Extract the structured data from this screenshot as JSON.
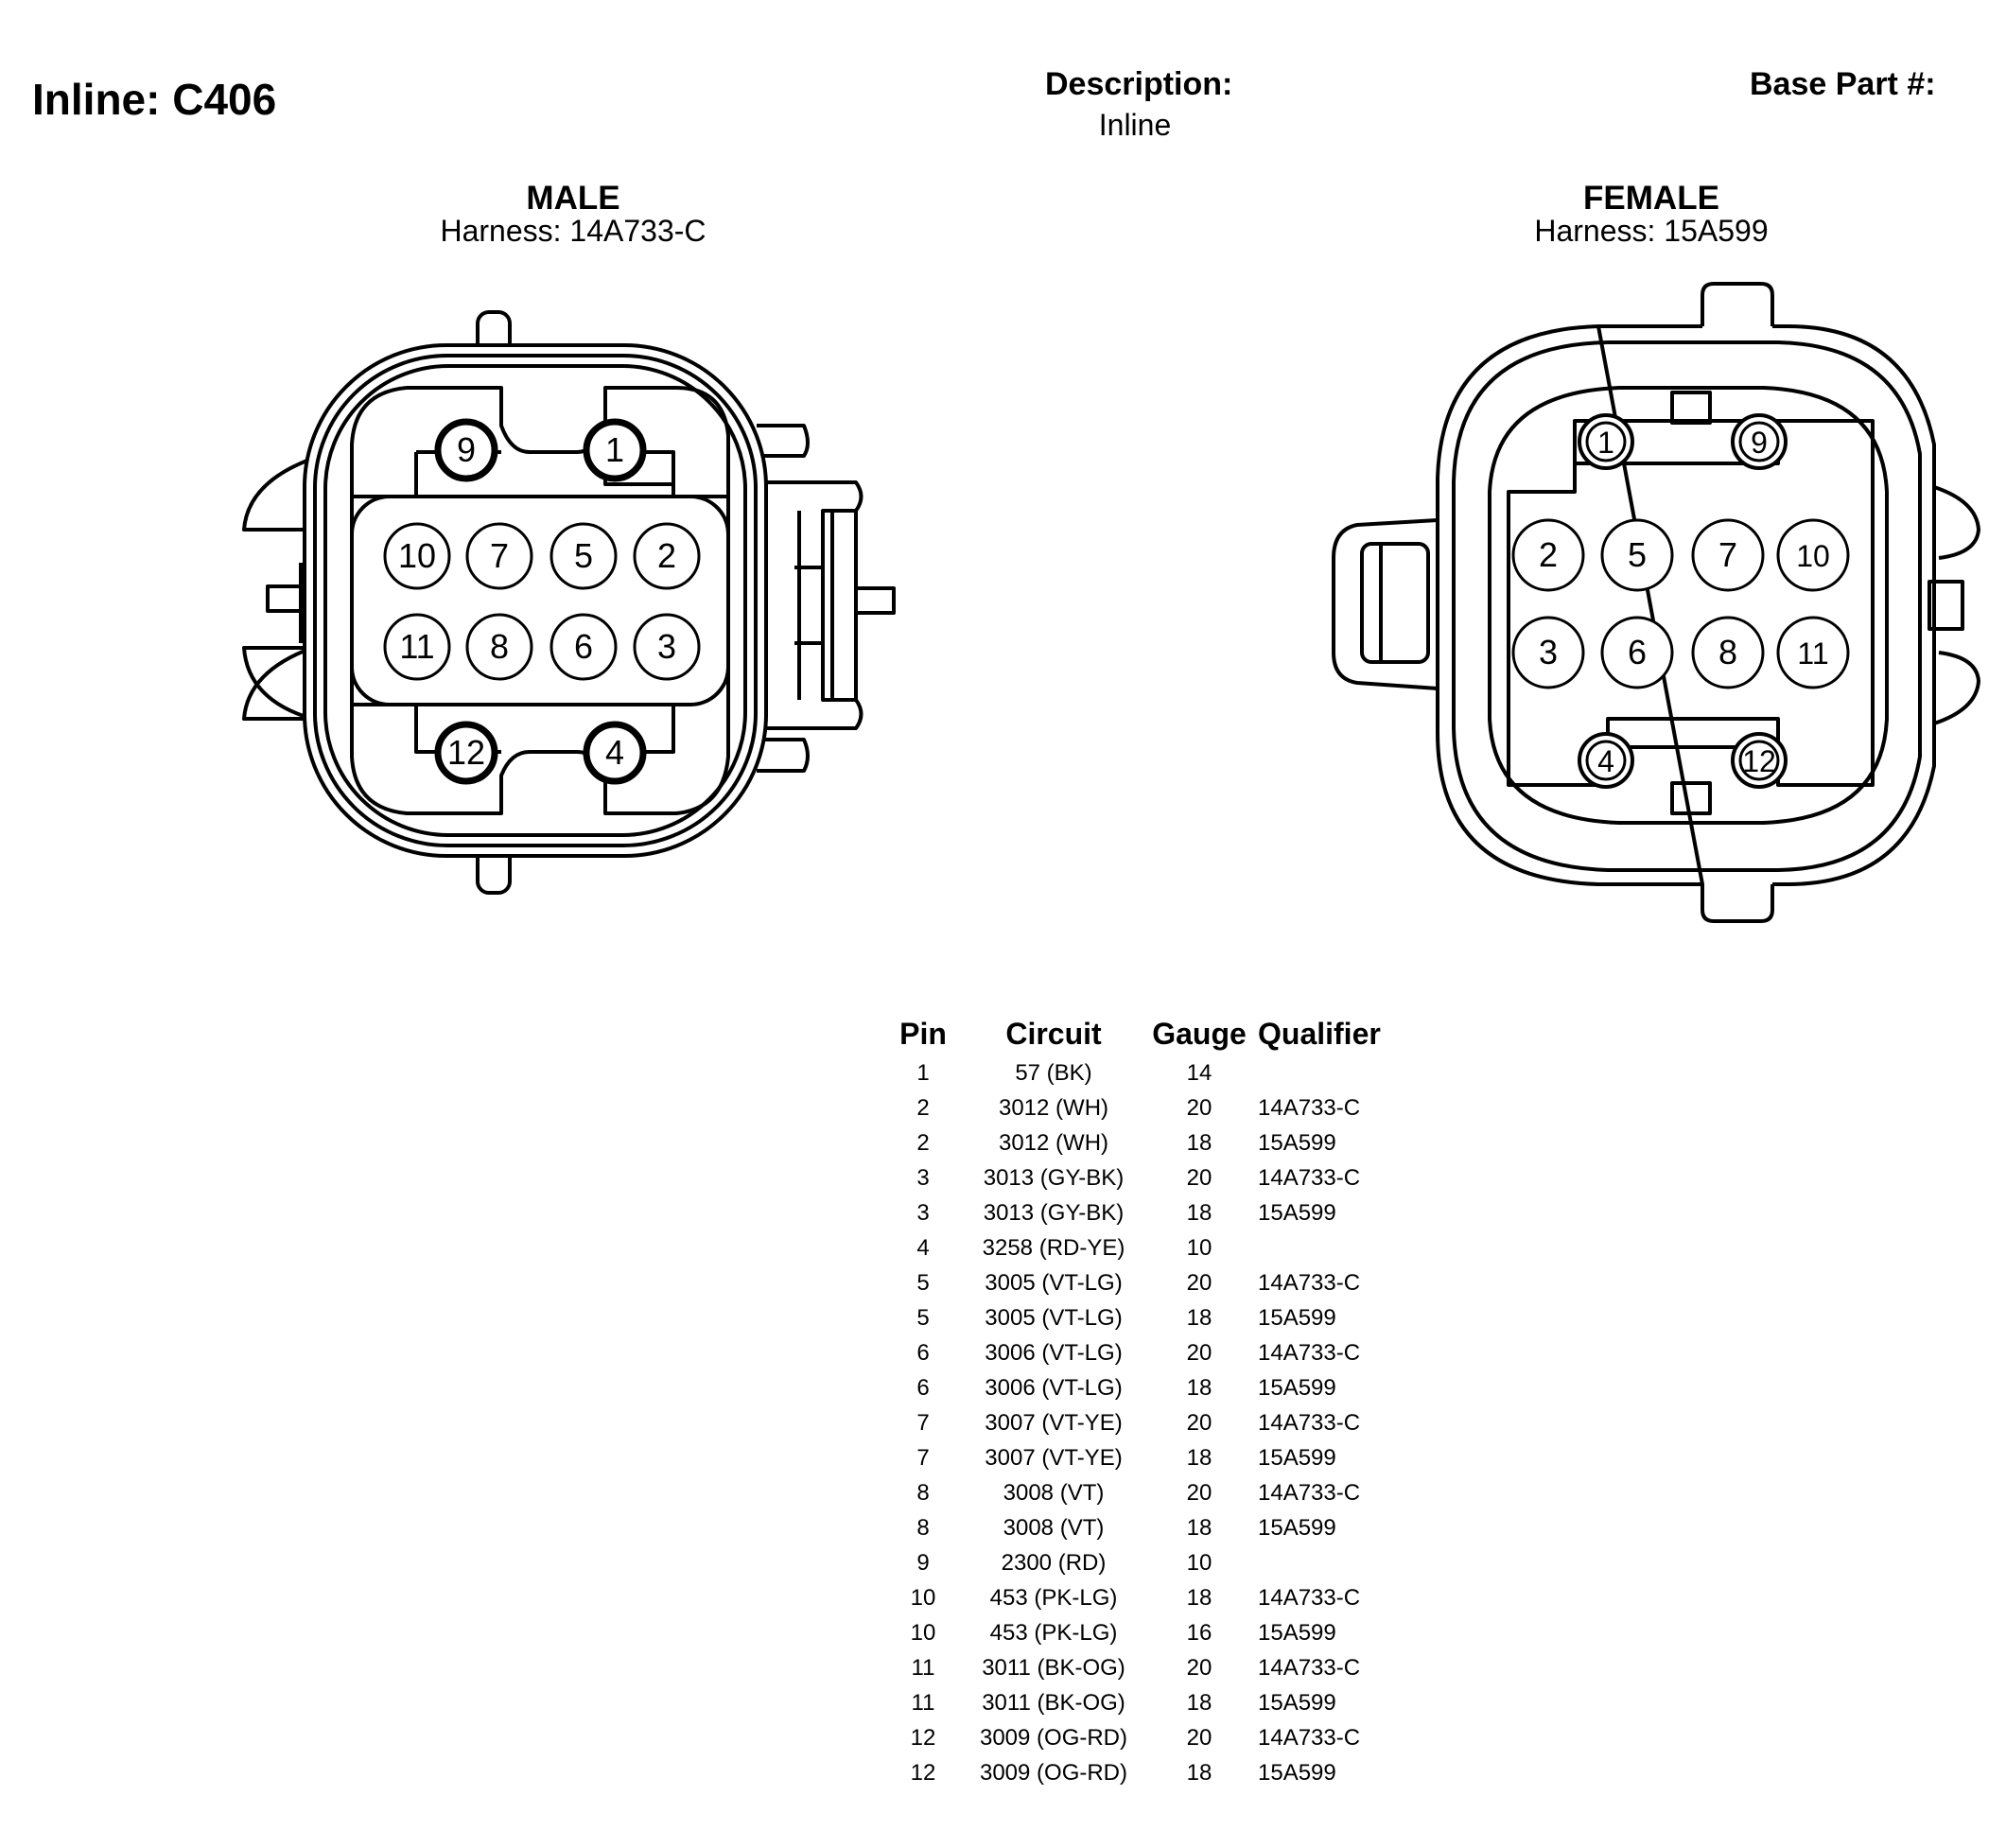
{
  "header": {
    "title": "Inline: C406",
    "description_label": "Description:",
    "description_value": "Inline",
    "base_part_label": "Base Part #:"
  },
  "male": {
    "title": "MALE",
    "harness": "Harness: 14A733-C",
    "pins": [
      "9",
      "1",
      "10",
      "7",
      "5",
      "2",
      "11",
      "8",
      "6",
      "3",
      "12",
      "4"
    ]
  },
  "female": {
    "title": "FEMALE",
    "harness": "Harness: 15A599",
    "pins": [
      "1",
      "9",
      "2",
      "5",
      "7",
      "10",
      "3",
      "6",
      "8",
      "11",
      "4",
      "12"
    ]
  },
  "table": {
    "headers": [
      "Pin",
      "Circuit",
      "Gauge",
      "Qualifier"
    ],
    "rows": [
      [
        "1",
        "57 (BK)",
        "14",
        ""
      ],
      [
        "2",
        "3012 (WH)",
        "20",
        "14A733-C"
      ],
      [
        "2",
        "3012 (WH)",
        "18",
        "15A599"
      ],
      [
        "3",
        "3013 (GY-BK)",
        "20",
        "14A733-C"
      ],
      [
        "3",
        "3013 (GY-BK)",
        "18",
        "15A599"
      ],
      [
        "4",
        "3258 (RD-YE)",
        "10",
        ""
      ],
      [
        "5",
        "3005 (VT-LG)",
        "20",
        "14A733-C"
      ],
      [
        "5",
        "3005 (VT-LG)",
        "18",
        "15A599"
      ],
      [
        "6",
        "3006 (VT-LG)",
        "20",
        "14A733-C"
      ],
      [
        "6",
        "3006 (VT-LG)",
        "18",
        "15A599"
      ],
      [
        "7",
        "3007 (VT-YE)",
        "20",
        "14A733-C"
      ],
      [
        "7",
        "3007 (VT-YE)",
        "18",
        "15A599"
      ],
      [
        "8",
        "3008 (VT)",
        "20",
        "14A733-C"
      ],
      [
        "8",
        "3008 (VT)",
        "18",
        "15A599"
      ],
      [
        "9",
        "2300 (RD)",
        "10",
        ""
      ],
      [
        "10",
        "453 (PK-LG)",
        "18",
        "14A733-C"
      ],
      [
        "10",
        "453 (PK-LG)",
        "16",
        "15A599"
      ],
      [
        "11",
        "3011 (BK-OG)",
        "20",
        "14A733-C"
      ],
      [
        "11",
        "3011 (BK-OG)",
        "18",
        "15A599"
      ],
      [
        "12",
        "3009 (OG-RD)",
        "20",
        "14A733-C"
      ],
      [
        "12",
        "3009 (OG-RD)",
        "18",
        "15A599"
      ]
    ]
  }
}
